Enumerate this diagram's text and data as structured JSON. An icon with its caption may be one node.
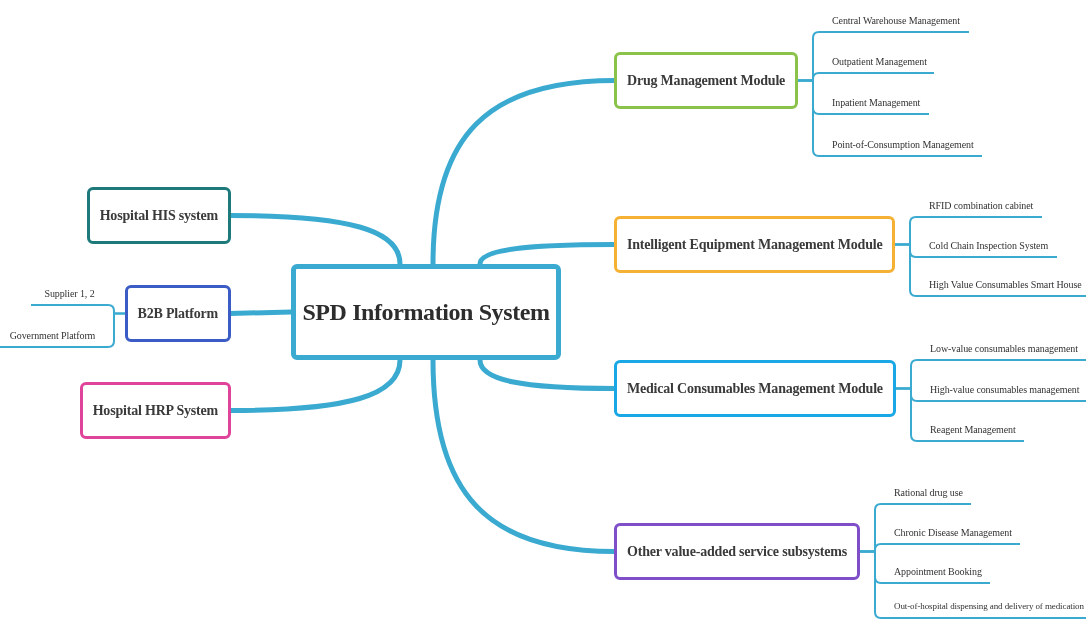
{
  "diagram": {
    "nodes": [
      {
        "text": [
          "SPD Information System"
        ]
      },
      {
        "text": [
          "Hospital HIS system"
        ]
      },
      {
        "text": [
          "B2B Platform"
        ]
      },
      {
        "text": [
          "Supplier 1, 2"
        ]
      },
      {
        "text": [
          "Government Platform"
        ]
      },
      {
        "text": [
          "Hospital HRP System"
        ]
      },
      {
        "text": [
          "Drug Management Module"
        ]
      },
      {
        "text": [
          "Central Warehouse Management"
        ]
      },
      {
        "text": [
          "Outpatient Management"
        ]
      },
      {
        "text": [
          "Inpatient Management"
        ]
      },
      {
        "text": [
          "Point-of-Consumption Management"
        ]
      },
      {
        "text": [
          "Intelligent Equipment Management Module"
        ]
      },
      {
        "text": [
          "RFID combination cabinet"
        ]
      },
      {
        "text": [
          "Cold Chain Inspection System"
        ]
      },
      {
        "text": [
          "High Value Consumables Smart House"
        ]
      },
      {
        "text": [
          "Medical Consumables Management Module"
        ]
      },
      {
        "text": [
          "Low-value consumables management"
        ]
      },
      {
        "text": [
          "High-value consumables management"
        ]
      },
      {
        "text": [
          "Reagent Management"
        ]
      },
      {
        "text": [
          "Other value-added service subsystems"
        ]
      },
      {
        "text": [
          "Rational drug use"
        ]
      },
      {
        "text": [
          "Chronic Disease Management"
        ]
      },
      {
        "text": [
          "Appointment Booking"
        ]
      },
      {
        "text": [
          "Out-of-hospital dispensing and delivery of medication"
        ]
      }
    ],
    "edges": [
      {
        "from": 0,
        "to": 1,
        "arrow": "none",
        "style": "thick"
      },
      {
        "from": 0,
        "to": 2,
        "arrow": "none",
        "style": "thick"
      },
      {
        "from": 2,
        "to": 3,
        "arrow": "none"
      },
      {
        "from": 2,
        "to": 4,
        "arrow": "none"
      },
      {
        "from": 0,
        "to": 5,
        "arrow": "none",
        "style": "thick"
      },
      {
        "from": 0,
        "to": 6,
        "arrow": "none",
        "style": "thick"
      },
      {
        "from": 6,
        "to": 7,
        "arrow": "none"
      },
      {
        "from": 6,
        "to": 8,
        "arrow": "none"
      },
      {
        "from": 6,
        "to": 9,
        "arrow": "none"
      },
      {
        "from": 6,
        "to": 10,
        "arrow": "none"
      },
      {
        "from": 0,
        "to": 11,
        "arrow": "none",
        "style": "thick"
      },
      {
        "from": 11,
        "to": 12,
        "arrow": "none"
      },
      {
        "from": 11,
        "to": 13,
        "arrow": "none"
      },
      {
        "from": 11,
        "to": 14,
        "arrow": "none"
      },
      {
        "from": 0,
        "to": 15,
        "arrow": "none",
        "style": "thick"
      },
      {
        "from": 15,
        "to": 16,
        "arrow": "none"
      },
      {
        "from": 15,
        "to": 17,
        "arrow": "none"
      },
      {
        "from": 15,
        "to": 18,
        "arrow": "none"
      },
      {
        "from": 0,
        "to": 19,
        "arrow": "none",
        "style": "thick"
      },
      {
        "from": 19,
        "to": 20,
        "arrow": "none"
      },
      {
        "from": 19,
        "to": 21,
        "arrow": "none"
      },
      {
        "from": 19,
        "to": 22,
        "arrow": "none"
      },
      {
        "from": 19,
        "to": 23,
        "arrow": "none"
      }
    ]
  }
}
